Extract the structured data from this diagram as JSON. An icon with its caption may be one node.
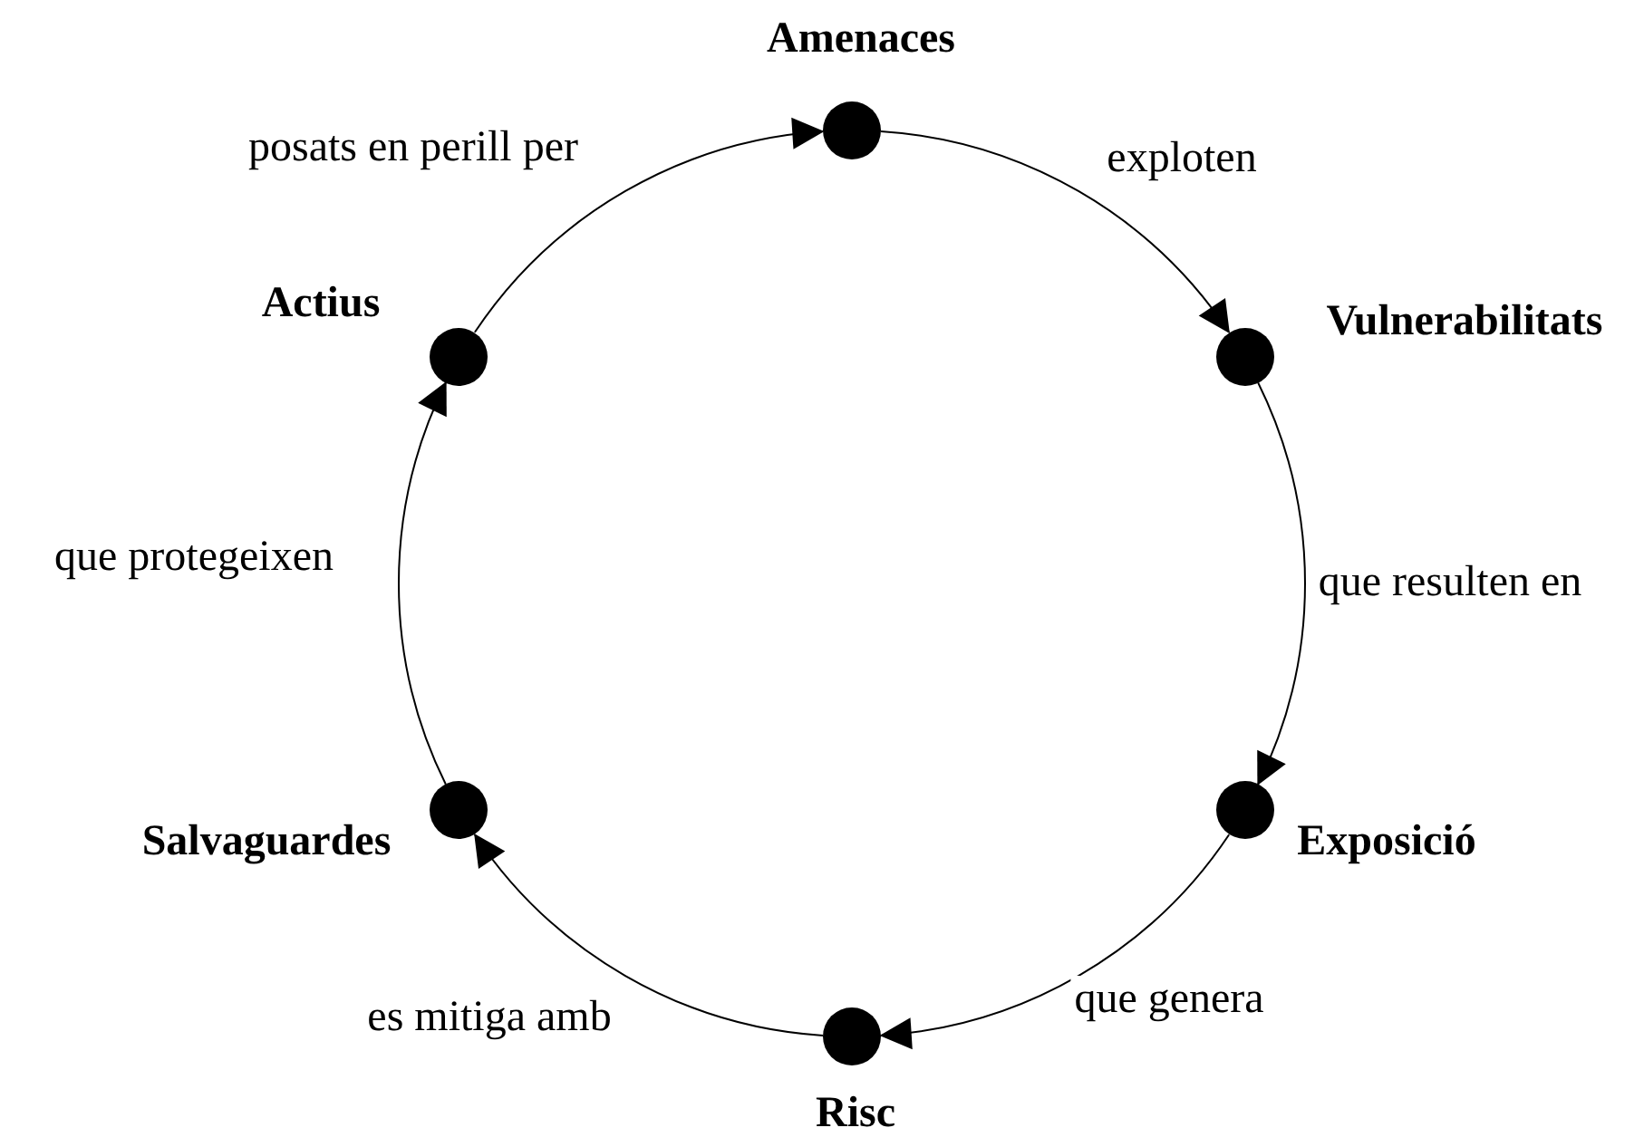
{
  "diagram": {
    "nodes": [
      {
        "text": [],
        "shape": "circle",
        "beside": [
          "Amenaces"
        ]
      },
      {
        "text": [],
        "shape": "circle",
        "beside": [
          "Vulnerabilitats"
        ]
      },
      {
        "text": [],
        "shape": "circle",
        "beside": [
          "Exposició"
        ]
      },
      {
        "text": [],
        "shape": "circle",
        "beside": [
          "Risc"
        ]
      },
      {
        "text": [],
        "shape": "circle",
        "beside": [
          "Salvaguardes"
        ]
      },
      {
        "text": [],
        "shape": "circle",
        "beside": [
          "Actius"
        ]
      }
    ],
    "edges": [
      {
        "from": 0,
        "to": 1,
        "arrow": "to",
        "label": "exploten"
      },
      {
        "from": 1,
        "to": 2,
        "arrow": "to",
        "label": "que resulten en"
      },
      {
        "from": 2,
        "to": 3,
        "arrow": "to",
        "label": "que genera"
      },
      {
        "from": 3,
        "to": 4,
        "arrow": "to",
        "label": "es mitiga amb"
      },
      {
        "from": 4,
        "to": 5,
        "arrow": "to",
        "label": "que protegeixen"
      },
      {
        "from": 5,
        "to": 0,
        "arrow": "to",
        "label": "posats en perill per"
      }
    ]
  }
}
